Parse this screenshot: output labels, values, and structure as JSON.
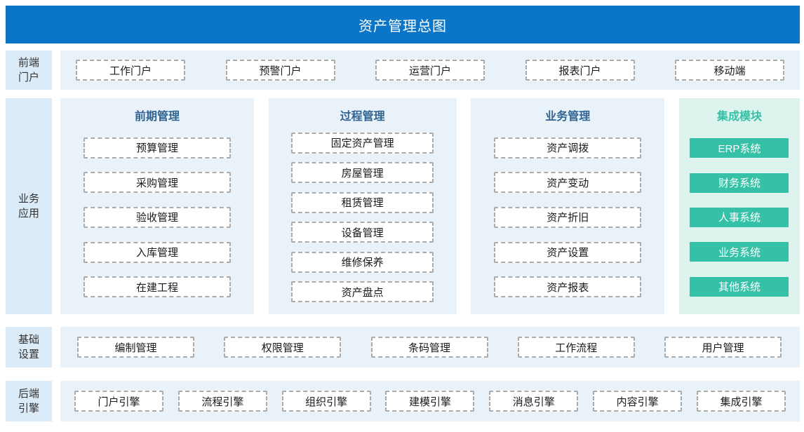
{
  "title": "资产管理总图",
  "colors": {
    "banner_blue": "#0b76c8",
    "label_bg": "#dcebf8",
    "panel_bg": "#e9f1f9",
    "mint_bg": "#ddf3ed",
    "teal": "#35c1a8",
    "title_blue": "#2f6391",
    "box_border": "#ababab",
    "box_text": "#1a1a1a"
  },
  "rows": [
    {
      "id": "frontend",
      "label": "前端门户",
      "items": [
        "工作门户",
        "预警门户",
        "运营门户",
        "报表门户",
        "移动端"
      ]
    },
    {
      "id": "business",
      "label": "业务应用",
      "columns": [
        {
          "id": "early",
          "title": "前期管理",
          "style": "blue",
          "items": [
            "预算管理",
            "采购管理",
            "验收管理",
            "入库管理",
            "在建工程"
          ]
        },
        {
          "id": "process",
          "title": "过程管理",
          "style": "blue",
          "items": [
            "固定资产管理",
            "房屋管理",
            "租赁管理",
            "设备管理",
            "维修保养",
            "资产盘点"
          ]
        },
        {
          "id": "business-mgmt",
          "title": "业务管理",
          "style": "blue",
          "items": [
            "资产调拨",
            "资产变动",
            "资产折旧",
            "资产设置",
            "资产报表"
          ]
        },
        {
          "id": "integration",
          "title": "集成模块",
          "style": "teal",
          "items": [
            "ERP系统",
            "财务系统",
            "人事系统",
            "业务系统",
            "其他系统"
          ]
        }
      ]
    },
    {
      "id": "basic",
      "label": "基础设置",
      "items": [
        "编制管理",
        "权限管理",
        "条码管理",
        "工作流程",
        "用户管理"
      ]
    },
    {
      "id": "backend",
      "label": "后端引擎",
      "items": [
        "门户引擎",
        "流程引擎",
        "组织引擎",
        "建模引擎",
        "消息引擎",
        "内容引擎",
        "集成引擎"
      ]
    }
  ]
}
